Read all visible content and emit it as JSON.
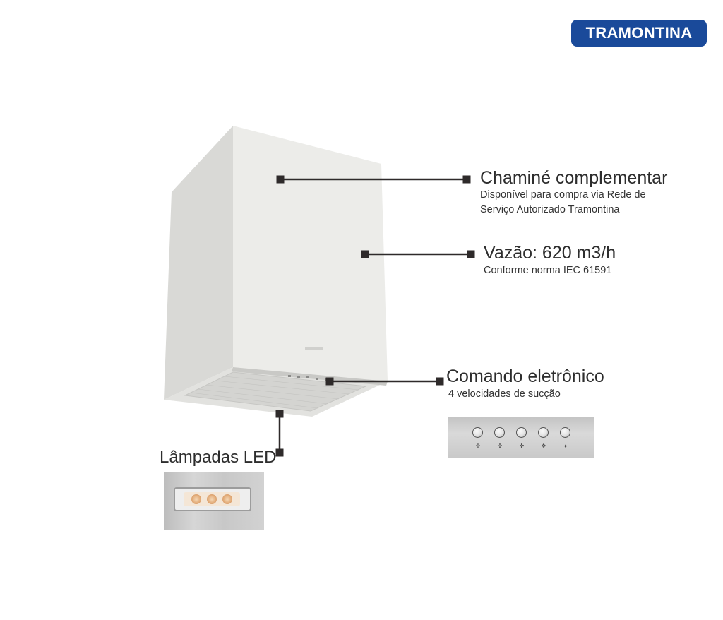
{
  "brand": {
    "name": "TRAMONTINA",
    "color": "#1a4a9a"
  },
  "product_badge": "TRAMONTINA",
  "callouts": {
    "chimney": {
      "title": "Chaminé complementar",
      "subtitle_line1": "Disponível para compra via Rede de",
      "subtitle_line2": "Serviço Autorizado Tramontina"
    },
    "airflow": {
      "title": "Vazão: 620 m3/h",
      "subtitle": "Conforme norma IEC 61591"
    },
    "control": {
      "title": "Comando eletrônico",
      "subtitle": "4 velocidades de sucção"
    },
    "lamps": {
      "title": "Lâmpadas LED"
    }
  },
  "control_panel": {
    "buttons": [
      {
        "icon": "fan-speed-1-icon",
        "glyph": "✢"
      },
      {
        "icon": "fan-speed-2-icon",
        "glyph": "✣"
      },
      {
        "icon": "fan-speed-3-icon",
        "glyph": "✤"
      },
      {
        "icon": "fan-speed-4-icon",
        "glyph": "✥"
      },
      {
        "icon": "light-icon",
        "glyph": "♦"
      }
    ]
  },
  "colors": {
    "callout_line": "#2e2a2a",
    "hood_body": "#ececea"
  }
}
